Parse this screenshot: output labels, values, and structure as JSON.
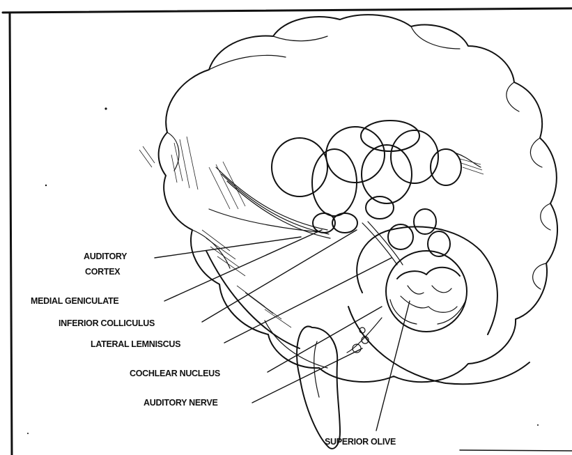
{
  "labels": {
    "auditory_cortex_line1": "AUDITORY",
    "auditory_cortex_line2": "CORTEX",
    "medial_geniculate": "MEDIAL GENICULATE",
    "inferior_colliculus": "INFERIOR COLLICULUS",
    "lateral_lemniscus": "LATERAL LEMNISCUS",
    "cochlear_nucleus": "COCHLEAR NUCLEUS",
    "auditory_nerve": "AUDITORY NERVE",
    "superior_olive": "SUPERIOR OLIVE"
  },
  "colors": {
    "ink": "#111111",
    "paper": "#ffffff"
  }
}
